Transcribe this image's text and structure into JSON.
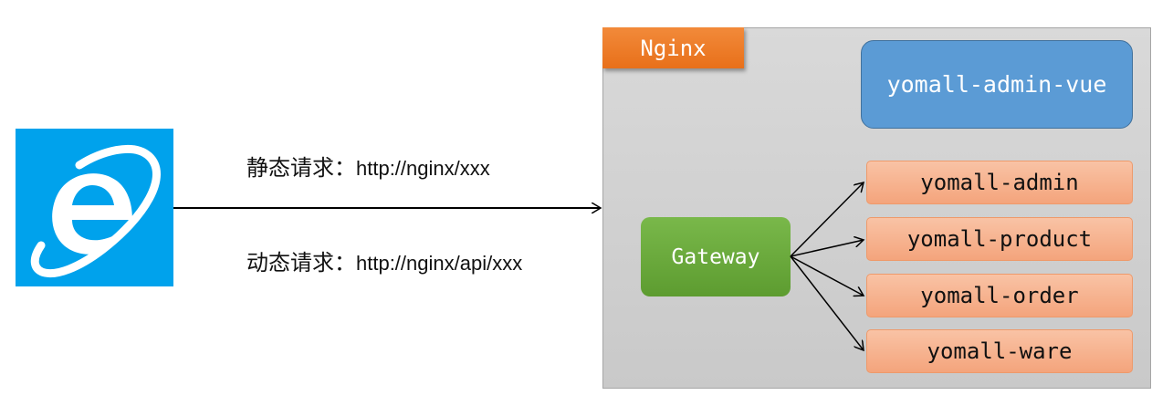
{
  "client": {
    "icon": "internet-explorer-icon",
    "tile_color": "#00a2ec"
  },
  "requests": {
    "static_label": "静态请求：",
    "static_url": "http://nginx/xxx",
    "dynamic_label": "动态请求：",
    "dynamic_url": "http://nginx/api/xxx"
  },
  "nginx": {
    "label": "Nginx",
    "color": "#ed7d31"
  },
  "frontend": {
    "label": "yomall-admin-vue",
    "color": "#5b9bd5"
  },
  "gateway": {
    "label": "Gateway",
    "color": "#70ad47"
  },
  "services": [
    {
      "label": "yomall-admin"
    },
    {
      "label": "yomall-product"
    },
    {
      "label": "yomall-order"
    },
    {
      "label": "yomall-ware"
    }
  ]
}
